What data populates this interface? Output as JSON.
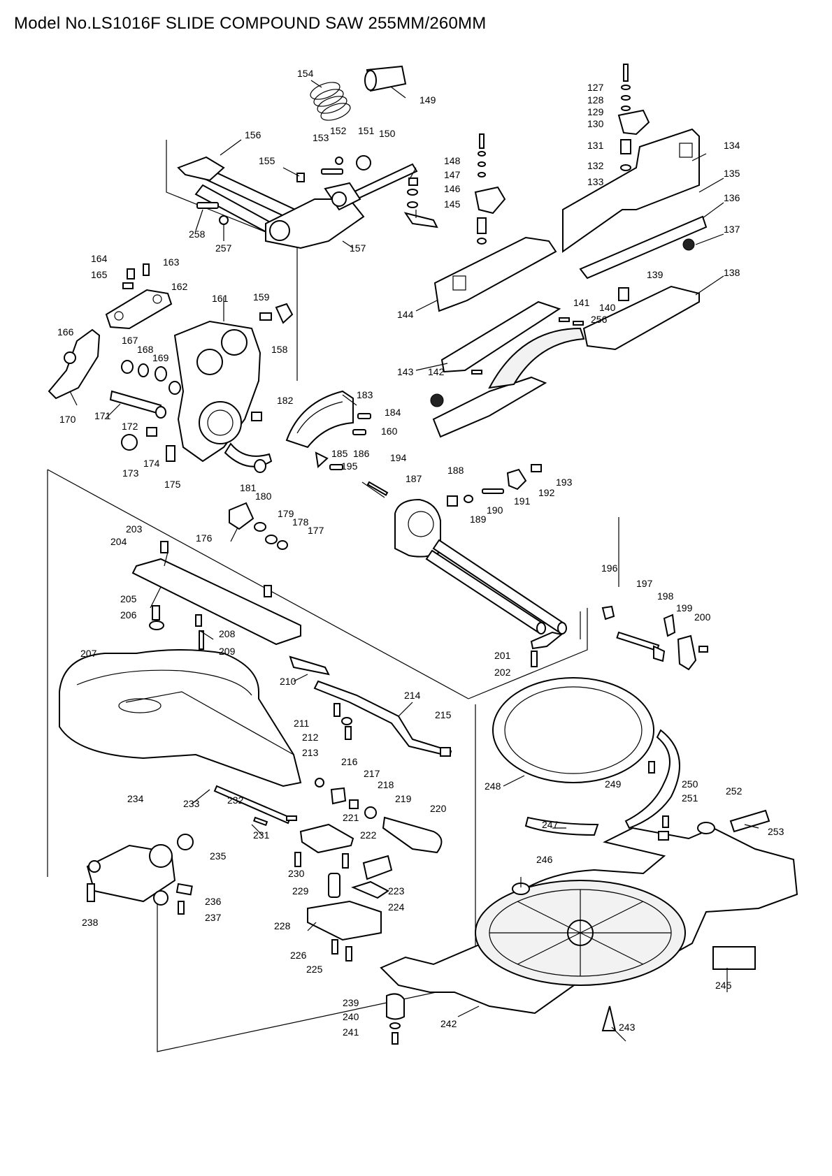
{
  "title": "Model No.LS1016F SLIDE COMPOUND SAW 255MM/260MM",
  "callouts": [
    {
      "n": "154"
    },
    {
      "n": "149"
    },
    {
      "n": "156"
    },
    {
      "n": "153"
    },
    {
      "n": "152"
    },
    {
      "n": "151"
    },
    {
      "n": "150"
    },
    {
      "n": "155"
    },
    {
      "n": "148"
    },
    {
      "n": "147"
    },
    {
      "n": "146"
    },
    {
      "n": "145"
    },
    {
      "n": "258"
    },
    {
      "n": "257"
    },
    {
      "n": "157"
    },
    {
      "n": "127"
    },
    {
      "n": "128"
    },
    {
      "n": "129"
    },
    {
      "n": "130"
    },
    {
      "n": "131"
    },
    {
      "n": "132"
    },
    {
      "n": "133"
    },
    {
      "n": "134"
    },
    {
      "n": "135"
    },
    {
      "n": "136"
    },
    {
      "n": "137"
    },
    {
      "n": "139"
    },
    {
      "n": "138"
    },
    {
      "n": "141"
    },
    {
      "n": "140"
    },
    {
      "n": "256"
    },
    {
      "n": "144"
    },
    {
      "n": "143"
    },
    {
      "n": "142"
    },
    {
      "n": "164"
    },
    {
      "n": "163"
    },
    {
      "n": "165"
    },
    {
      "n": "162"
    },
    {
      "n": "161"
    },
    {
      "n": "159"
    },
    {
      "n": "158"
    },
    {
      "n": "166"
    },
    {
      "n": "167"
    },
    {
      "n": "168"
    },
    {
      "n": "169"
    },
    {
      "n": "170"
    },
    {
      "n": "171"
    },
    {
      "n": "172"
    },
    {
      "n": "174"
    },
    {
      "n": "173"
    },
    {
      "n": "175"
    },
    {
      "n": "182"
    },
    {
      "n": "183"
    },
    {
      "n": "184"
    },
    {
      "n": "160"
    },
    {
      "n": "185"
    },
    {
      "n": "186"
    },
    {
      "n": "195"
    },
    {
      "n": "181"
    },
    {
      "n": "180"
    },
    {
      "n": "194"
    },
    {
      "n": "187"
    },
    {
      "n": "188"
    },
    {
      "n": "193"
    },
    {
      "n": "192"
    },
    {
      "n": "191"
    },
    {
      "n": "190"
    },
    {
      "n": "189"
    },
    {
      "n": "179"
    },
    {
      "n": "178"
    },
    {
      "n": "177"
    },
    {
      "n": "176"
    },
    {
      "n": "203"
    },
    {
      "n": "204"
    },
    {
      "n": "205"
    },
    {
      "n": "206"
    },
    {
      "n": "208"
    },
    {
      "n": "209"
    },
    {
      "n": "207"
    },
    {
      "n": "210"
    },
    {
      "n": "214"
    },
    {
      "n": "211"
    },
    {
      "n": "212"
    },
    {
      "n": "213"
    },
    {
      "n": "215"
    },
    {
      "n": "216"
    },
    {
      "n": "217"
    },
    {
      "n": "218"
    },
    {
      "n": "219"
    },
    {
      "n": "220"
    },
    {
      "n": "233"
    },
    {
      "n": "232"
    },
    {
      "n": "231"
    },
    {
      "n": "221"
    },
    {
      "n": "222"
    },
    {
      "n": "234"
    },
    {
      "n": "235"
    },
    {
      "n": "230"
    },
    {
      "n": "229"
    },
    {
      "n": "223"
    },
    {
      "n": "224"
    },
    {
      "n": "236"
    },
    {
      "n": "237"
    },
    {
      "n": "238"
    },
    {
      "n": "228"
    },
    {
      "n": "226"
    },
    {
      "n": "225"
    },
    {
      "n": "196"
    },
    {
      "n": "197"
    },
    {
      "n": "198"
    },
    {
      "n": "199"
    },
    {
      "n": "200"
    },
    {
      "n": "201"
    },
    {
      "n": "202"
    },
    {
      "n": "248"
    },
    {
      "n": "249"
    },
    {
      "n": "250"
    },
    {
      "n": "251"
    },
    {
      "n": "252"
    },
    {
      "n": "253"
    },
    {
      "n": "247"
    },
    {
      "n": "246"
    },
    {
      "n": "245"
    },
    {
      "n": "239"
    },
    {
      "n": "240"
    },
    {
      "n": "241"
    },
    {
      "n": "242"
    },
    {
      "n": "243"
    }
  ]
}
